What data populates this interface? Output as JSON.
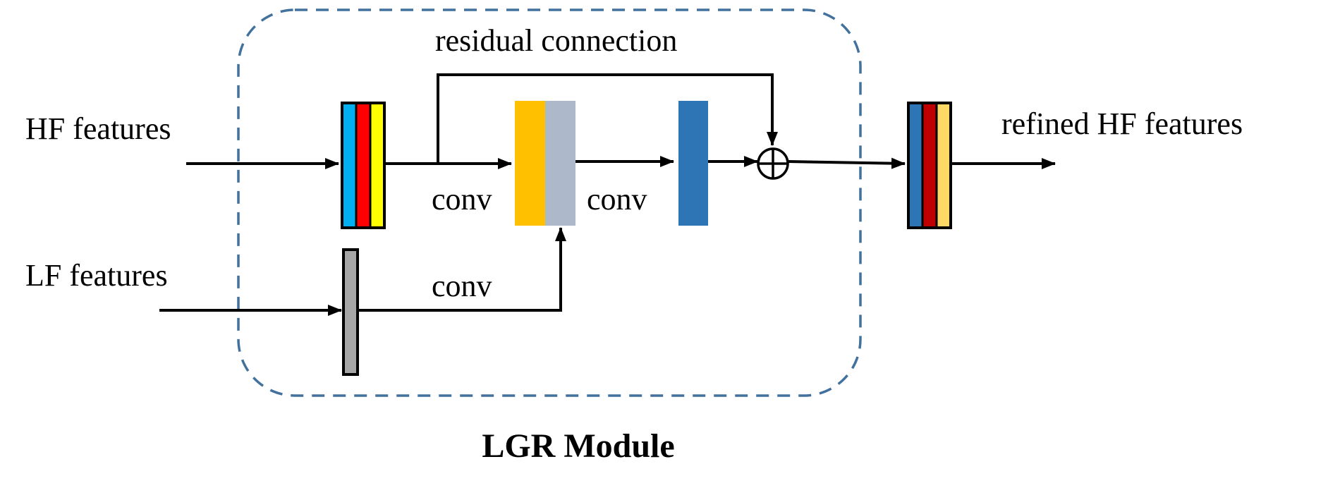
{
  "labels": {
    "hf_features": "HF features",
    "lf_features": "LF features",
    "residual_connection": "residual connection",
    "conv_1": "conv",
    "conv_2": "conv",
    "conv_3": "conv",
    "refined_hf_features": "refined HF features",
    "module_title": "LGR Module"
  },
  "colors": {
    "module_border": "#41719c",
    "hf_cyan": "#00b0f0",
    "hf_red": "#ff0000",
    "hf_yellow": "#ffff00",
    "lf_gray": "#a6a6a6",
    "concat_orange": "#ffc000",
    "concat_gray": "#adb9ca",
    "conv_out_blue": "#2e75b6",
    "out_blue": "#2e75b6",
    "out_red": "#c00000",
    "out_yellow": "#ffd966"
  }
}
